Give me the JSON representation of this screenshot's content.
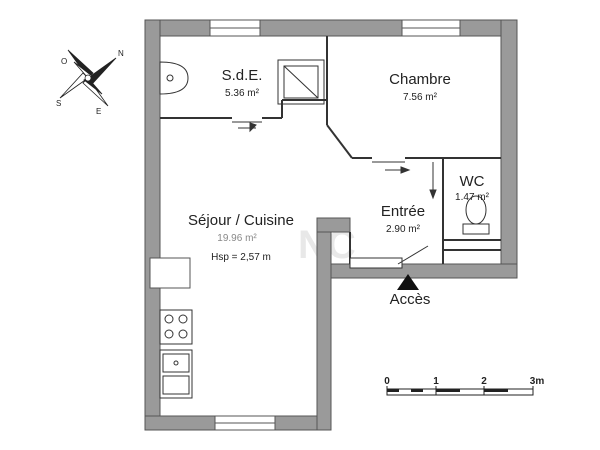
{
  "rooms": {
    "sde": {
      "name": "S.d.E.",
      "area": "5.36 m²"
    },
    "chambre": {
      "name": "Chambre",
      "area": "7.56 m²"
    },
    "wc": {
      "name": "WC",
      "area": "1.47 m²"
    },
    "entree": {
      "name": "Entrée",
      "area": "2.90 m²"
    },
    "sejour": {
      "name": "Séjour / Cuisine",
      "area": "19.96 m²",
      "height": "Hsp =  2,57 m"
    }
  },
  "access_label": "Accès",
  "compass": {
    "n": "N",
    "o": "O",
    "s": "S",
    "e": "E"
  },
  "scale": {
    "ticks": [
      "0",
      "1",
      "2",
      "3m"
    ]
  },
  "watermark": "NC",
  "colors": {
    "wall": "#9a9a9a",
    "wall_outline": "#555555",
    "line": "#333333"
  }
}
